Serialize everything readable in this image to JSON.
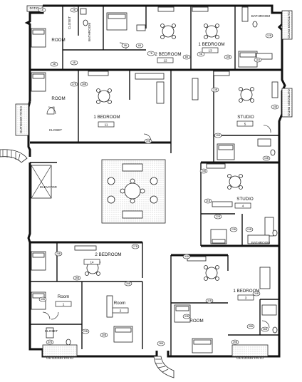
{
  "rooms": {
    "bathroom_top": "BATHROOM",
    "closet_top": "CLOSET",
    "patio_top": "PATIO",
    "room_nw": "ROOM",
    "room_w2": "ROOM",
    "closet_w2": "CLOSET",
    "bathroom_ne": "BATHROOM",
    "unit12_label": "2 BEDROOM",
    "unit12_num": "12",
    "unit13_label": "1 BEDROOM",
    "unit13_num": "13",
    "unit11_label": "1 BEDROOM",
    "unit11_num": "11",
    "unit5_label": "STUDIO",
    "unit5_num": "5",
    "unit4_label": "STUDIO",
    "unit4_num": "4",
    "bathroom_unit4": "BATHROOM",
    "unit14_label": "2 BEDROOM",
    "unit14_num": "14",
    "room1_label": "Room",
    "room1_num": "1",
    "closet_sw": "CLOSET",
    "room2_label": "Room",
    "room2_num": "2",
    "unit3_label": "1 BEDROOM",
    "unit3_num": "3",
    "room_s": "ROOM",
    "elevator": "ELEVATOR",
    "outdoor_patio_nw": "OUTDOOR PATIO",
    "outdoor_patio_ne": "OUTDOOR PATIO",
    "outdoor_patio_e": "OUTDOOR PATIO",
    "outdoor_patio_sw": "OUTDOOR PATIO",
    "outdoor_patio_se": "OUTDOOR PATIO"
  },
  "tags": [
    "1B",
    "2B",
    "3B",
    "4B",
    "5B",
    "6B",
    "7B",
    "8B",
    "9B",
    "10B",
    "11B",
    "12B",
    "13B",
    "14B",
    "15B",
    "16B",
    "17B",
    "18B",
    "19B",
    "20B",
    "21B",
    "22B",
    "23B",
    "24B",
    "25B",
    "26B",
    "27B",
    "28B",
    "29B",
    "30B",
    "31B",
    "32B",
    "33B",
    "34B",
    "35B",
    "36B",
    "37B",
    "38B",
    "39B",
    "40B"
  ]
}
